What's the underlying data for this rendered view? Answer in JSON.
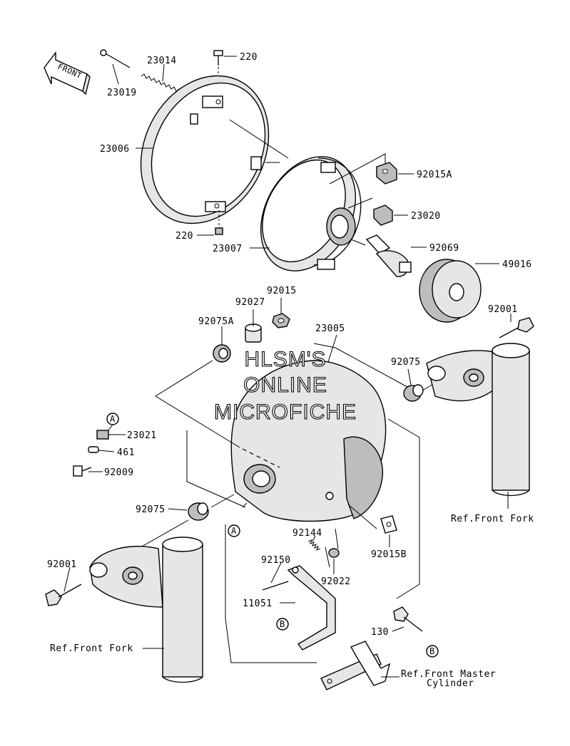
{
  "watermark": {
    "line1": "HLSM'S",
    "line2": "ONLINE",
    "line3": "MICROFICHE"
  },
  "front_arrow": "FRONT",
  "part_labels": {
    "p23019": "23019",
    "p23014": "23014",
    "p220_top": "220",
    "p23006": "23006",
    "p220_bottom": "220",
    "p23007": "23007",
    "p92015A": "92015A",
    "p23020": "23020",
    "p92069": "92069",
    "p49016": "49016",
    "p92015": "92015",
    "p92027": "92027",
    "p92075A": "92075A",
    "p23005": "23005",
    "p92001_right": "92001",
    "p92075_right": "92075",
    "p23021": "23021",
    "p461": "461",
    "p92009": "92009",
    "p92075_left": "92075",
    "p92144": "92144",
    "p92022": "92022",
    "p92015B": "92015B",
    "p92150": "92150",
    "p92001_left": "92001",
    "p11051": "11051",
    "p130": "130"
  },
  "references": {
    "front_fork_right": "Ref.Front Fork",
    "front_fork_left": "Ref.Front Fork",
    "master_cylinder_line1": "Ref.Front Master",
    "master_cylinder_line2": "Cylinder"
  },
  "callouts": {
    "a_top": "A",
    "a_bottom": "A",
    "b_left": "B",
    "b_right": "B"
  }
}
